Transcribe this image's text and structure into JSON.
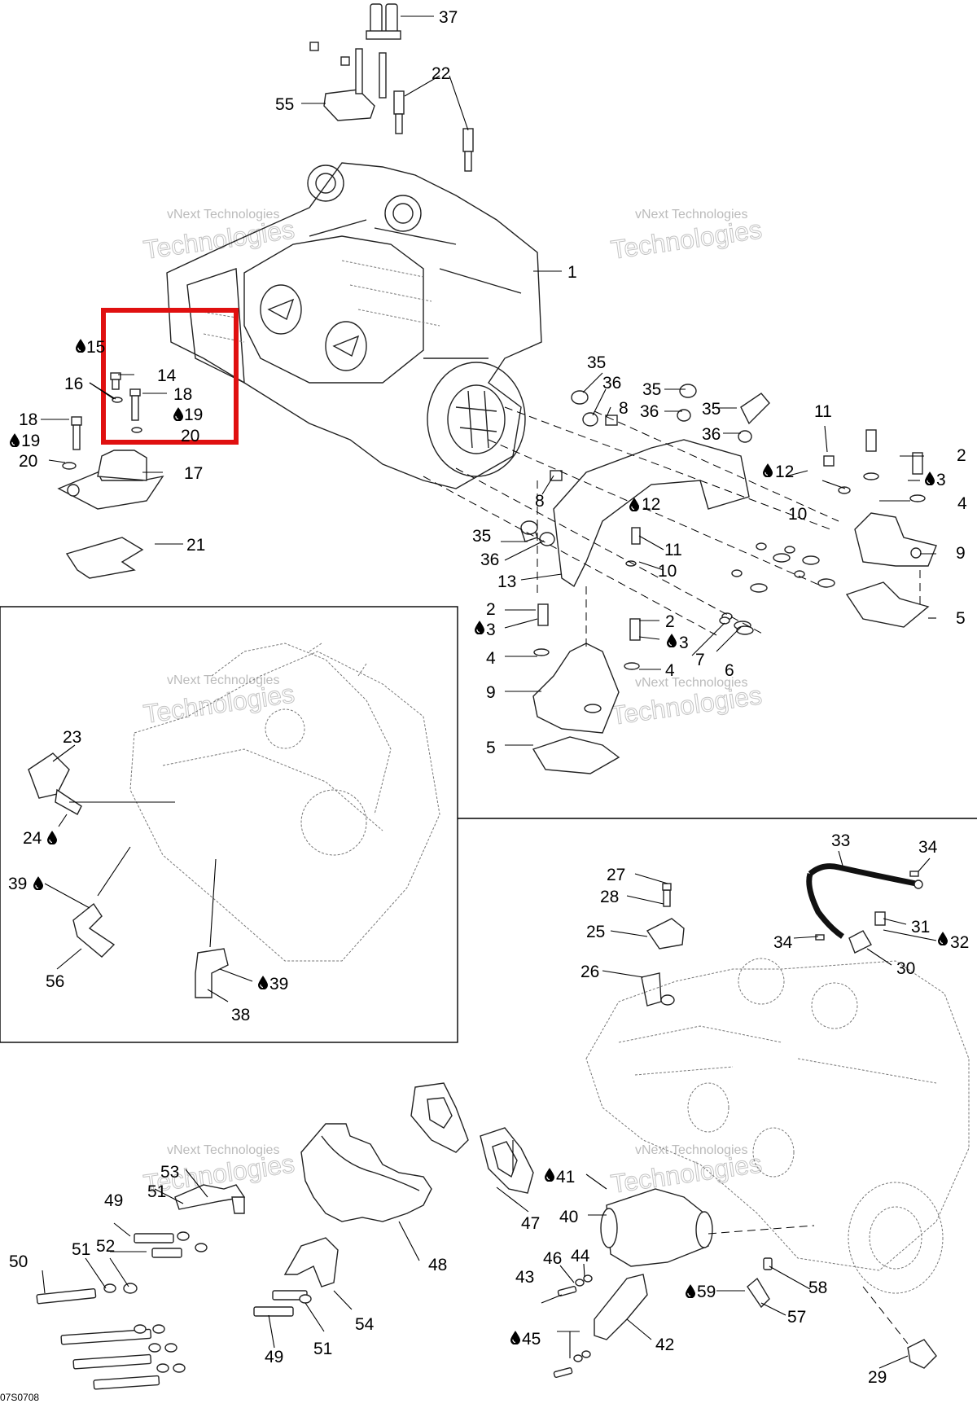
{
  "diagram_code": "07S0708",
  "watermark": {
    "line1": "vNext Technologies",
    "line2": "Technologies"
  },
  "labels": {
    "l1": "1",
    "l2a": "2",
    "l3a": "3",
    "l4a": "4",
    "l9a": "9",
    "l5a": "5",
    "l2b": "2",
    "l3b": "3",
    "l4b": "4",
    "l9b": "9",
    "l5b": "5",
    "l2c": "2",
    "l3c": "3",
    "l4c": "4",
    "l7": "7",
    "l6": "6",
    "l8a": "8",
    "l8b": "8",
    "l10a": "10",
    "l10b": "10",
    "l11a": "11",
    "l11b": "11",
    "l12a": "12",
    "l12b": "12",
    "l13": "13",
    "l14": "14",
    "l15": "15",
    "l16": "16",
    "l17": "17",
    "l18a": "18",
    "l18b": "18",
    "l19a": "19",
    "l19b": "19",
    "l20a": "20",
    "l20b": "20",
    "l21": "21",
    "l22": "22",
    "l23": "23",
    "l24": "24",
    "l25": "25",
    "l26": "26",
    "l27": "27",
    "l28": "28",
    "l29": "29",
    "l30": "30",
    "l31": "31",
    "l32": "32",
    "l33": "33",
    "l34a": "34",
    "l34b": "34",
    "l35a": "35",
    "l35b": "35",
    "l35c": "35",
    "l35d": "35",
    "l36a": "36",
    "l36b": "36",
    "l36c": "36",
    "l36d": "36",
    "l37": "37",
    "l38": "38",
    "l39a": "39",
    "l39b": "39",
    "l40": "40",
    "l41": "41",
    "l42": "42",
    "l43": "43",
    "l44": "44",
    "l45": "45",
    "l46": "46",
    "l47": "47",
    "l48": "48",
    "l49a": "49",
    "l49b": "49",
    "l50": "50",
    "l51a": "51",
    "l51b": "51",
    "l51c": "51",
    "l52": "52",
    "l53": "53",
    "l54": "54",
    "l55": "55",
    "l56": "56",
    "l57": "57",
    "l58": "58",
    "l59": "59"
  },
  "highlight": {
    "color": "#e01010"
  },
  "colors": {
    "line": "#000000",
    "watermark": "#c4c4c4"
  }
}
